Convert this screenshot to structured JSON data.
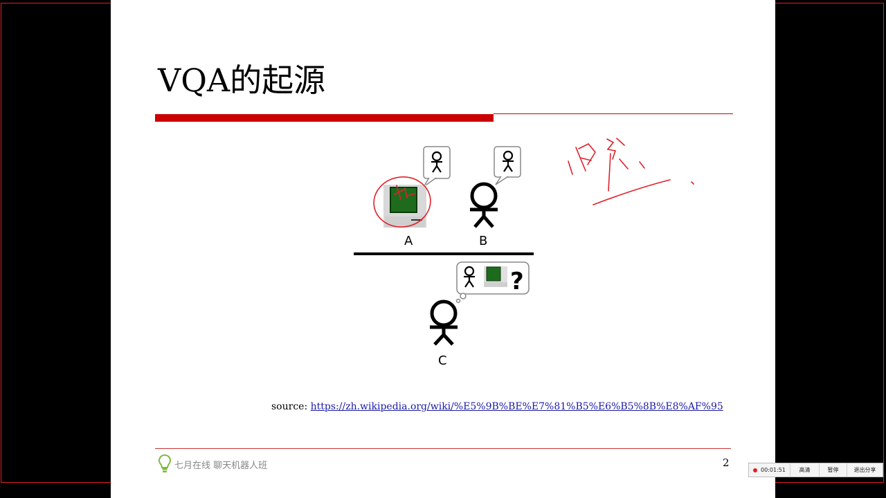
{
  "slide": {
    "title": "VQA的起源",
    "source_label": "source: ",
    "source_url": "https://zh.wikipedia.org/wiki/%E5%9B%BE%E7%81%B5%E6%B5%8B%E8%AF%95",
    "footer_text": "七月在线 聊天机器人班",
    "page_number": "2",
    "accent_color": "#cc0000"
  },
  "diagram": {
    "label_a": "A",
    "label_b": "B",
    "label_c": "C",
    "question_mark": "?",
    "screen_color": "#1e6b1e",
    "annotation_color": "#e0202a"
  },
  "recording_bar": {
    "timer": "00:01:51",
    "btn_quality": "高清",
    "btn_pause": "暂停",
    "btn_exit": "退出分享"
  }
}
